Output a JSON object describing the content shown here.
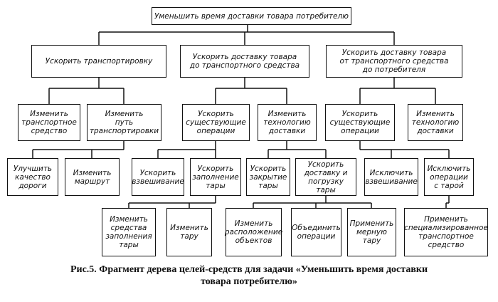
{
  "nodes": {
    "root": "Уменьшить время доставки товара потребителю",
    "n1": "Ускорить транспортировку",
    "n2": "Ускорить доставку товара\nдо транспортного средства",
    "n3": "Ускорить доставку товара\nот транспортного средства\nдо потребителя",
    "n11": "Изменить\nтранспортное\nсредство",
    "n12": "Изменить\nпуть\nтранспортировки",
    "n21": "Ускорить\nсуществующие\nоперации",
    "n22": "Изменить\nтехнологию\nдоставки",
    "n31": "Ускорить\nсуществующие\nоперации",
    "n32": "Изменить\nтехнологию\nдоставки",
    "n121": "Улучшить\nкачество\nдороги",
    "n122": "Изменить\nмаршрут",
    "n211": "Ускорить\nвзвешивание",
    "n212": "Ускорить\nзаполнение\nтары",
    "n221": "Ускорить\nзакрытие\nтары",
    "n222": "Ускорить\nдоставку и\nпогрузку тары",
    "n311": "Исключить\nвзвешивание",
    "n321": "Исключить\nоперации\nс тарой",
    "n2121": "Изменить\nсредства\nзаполнения\nтары",
    "n2122": "Изменить\nтару",
    "n2221": "Изменить\nрасположение\nобъектов",
    "n2222": "Объединить\nоперации",
    "n2223": "Применить\nмерную\nтару",
    "n3211": "Применить\nспециализированное\nтранспортное\nсредство"
  },
  "caption": "Рис.5. Фрагмент дерева целей-средств для задачи «Уменьшить время доставки\nтовара потребителю»"
}
